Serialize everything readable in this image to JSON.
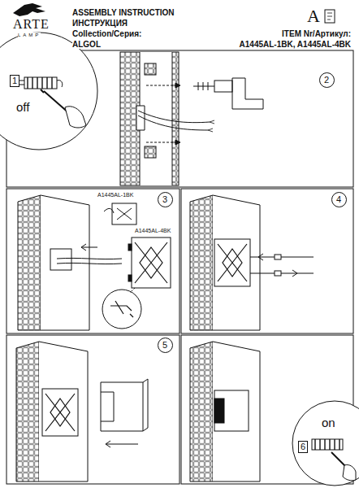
{
  "diagram": {
    "title": "ASSEMBLY INSTRUCTION",
    "nodes": [
      {
        "text": [
          "1"
        ]
      },
      {
        "text": [
          "2"
        ]
      },
      {
        "text": [
          "3"
        ]
      },
      {
        "text": [
          "4"
        ]
      },
      {
        "text": [
          "5"
        ]
      },
      {
        "text": [
          "6"
        ]
      }
    ],
    "labels": [
      "ARTE",
      "LAMP",
      "ИНСТРУКЦИЯ",
      "Collection/Серия:",
      "ALGOL",
      "A",
      "ITEM Nr/Артикул:",
      "A1445AL-1BK, A1445AL-4BK",
      "off",
      "on",
      "A1445AL-1BK",
      "A1445AL-4BK"
    ]
  }
}
